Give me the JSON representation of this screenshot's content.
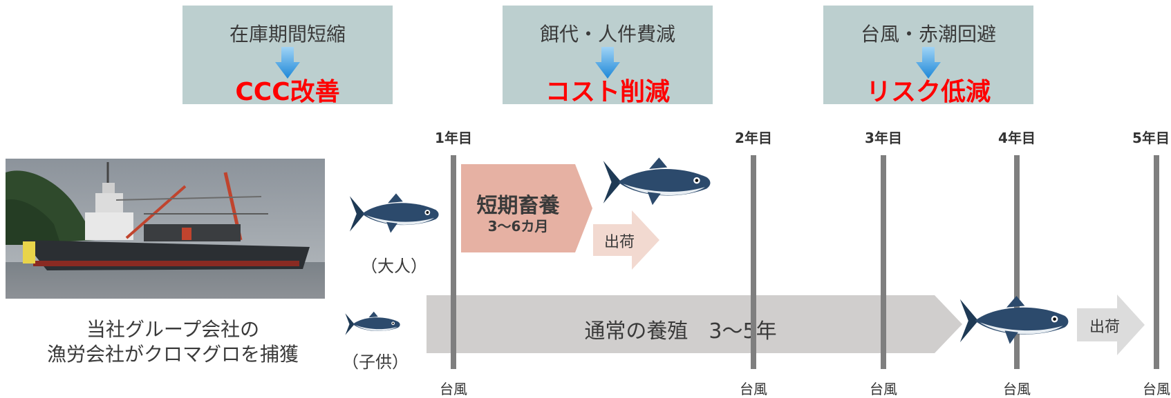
{
  "benefits": [
    {
      "cause": "在庫期間短縮",
      "result": "CCC改善"
    },
    {
      "cause": "餌代・人件費減",
      "result": "コスト削減"
    },
    {
      "cause": "台風・赤潮回避",
      "result": "リスク低減"
    }
  ],
  "years": [
    "1年目",
    "2年目",
    "3年目",
    "4年目",
    "5年目"
  ],
  "typhoon_label": "台風",
  "photo_caption": [
    "当社グループ会社の",
    "漁労会社がクロマグロを捕獲"
  ],
  "adult_label": "（大人）",
  "child_label": "（子供）",
  "short_term": {
    "title": "短期畜養",
    "duration": "3～6カ月"
  },
  "ship_label_short": "出荷",
  "normal": {
    "label": "通常の養殖　3～5年"
  },
  "ship_label_normal": "出荷",
  "colors": {
    "box_bg": "#bccfcf",
    "result_red": "#ff0000",
    "short_term_fill": "#e6b1a3",
    "normal_fill": "#d0cecd",
    "ship_fill": "#dcdcdc",
    "line_gray": "#7f7f7f"
  }
}
